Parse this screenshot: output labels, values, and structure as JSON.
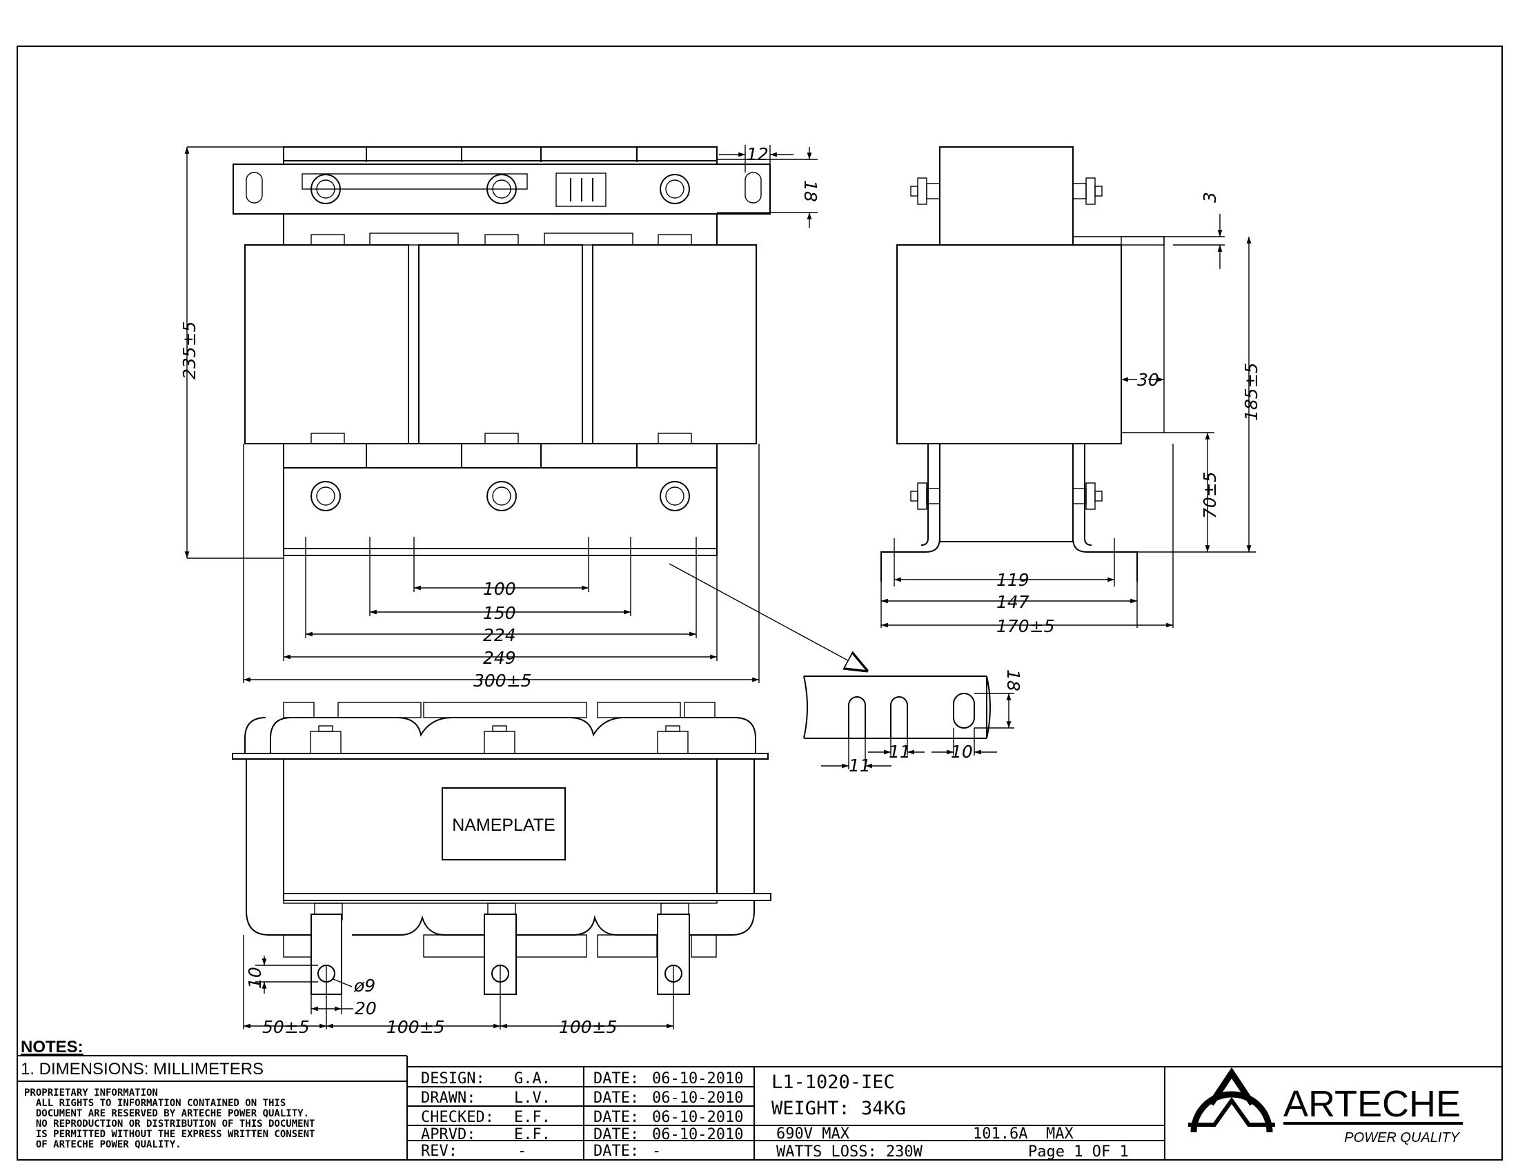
{
  "dimensions": {
    "d12": "12",
    "d18": "18",
    "d235": "235±5",
    "d3": "3",
    "d30": "30",
    "d185": "185±5",
    "d70": "70±5",
    "d119": "119",
    "d147": "147",
    "d170": "170±5",
    "d100": "100",
    "d150": "150",
    "d224": "224",
    "d249": "249",
    "d300": "300±5",
    "d18b": "18",
    "d11a": "11",
    "d11b": "11",
    "d10": "10",
    "d10v": "10",
    "d9": "ø9",
    "d20": "20",
    "d50": "50±5",
    "d100a": "100±5",
    "d100b": "100±5"
  },
  "nameplate": "NAMEPLATE",
  "notes": {
    "title": "NOTES:",
    "item1": "1. DIMENSIONS: MILLIMETERS",
    "proprietary": [
      "PROPRIETARY INFORMATION",
      "  ALL RIGHTS TO INFORMATION CONTAINED ON THIS",
      "  DOCUMENT ARE RESERVED BY ARTECHE POWER QUALITY.",
      "  NO REPRODUCTION OR DISTRIBUTION OF THIS DOCUMENT",
      "  IS PERMITTED WITHOUT THE EXPRESS WRITTEN CONSENT",
      "  OF ARTECHE POWER QUALITY."
    ]
  },
  "titleblock": {
    "rows": [
      {
        "label": "DESIGN:",
        "initials": "G.A.",
        "date_label": "DATE:",
        "date": "06-10-2010"
      },
      {
        "label": "DRAWN:",
        "initials": "L.V.",
        "date_label": "DATE:",
        "date": "06-10-2010"
      },
      {
        "label": "CHECKED:",
        "initials": "E.F.",
        "date_label": "DATE:",
        "date": "06-10-2010"
      },
      {
        "label": "APRVD:",
        "initials": "E.F.",
        "date_label": "DATE:",
        "date": "06-10-2010"
      },
      {
        "label": "REV:",
        "initials": "-",
        "date_label": "DATE:",
        "date": "-"
      }
    ],
    "part_number": "L1-1020-IEC",
    "weight": "WEIGHT: 34KG",
    "voltage": "690V MAX",
    "current": "101.6A  MAX",
    "watts_loss": "WATTS LOSS: 230W",
    "page": "Page 1 OF 1"
  },
  "logo": {
    "brand": "ARTECHE",
    "tagline": "POWER QUALITY"
  }
}
